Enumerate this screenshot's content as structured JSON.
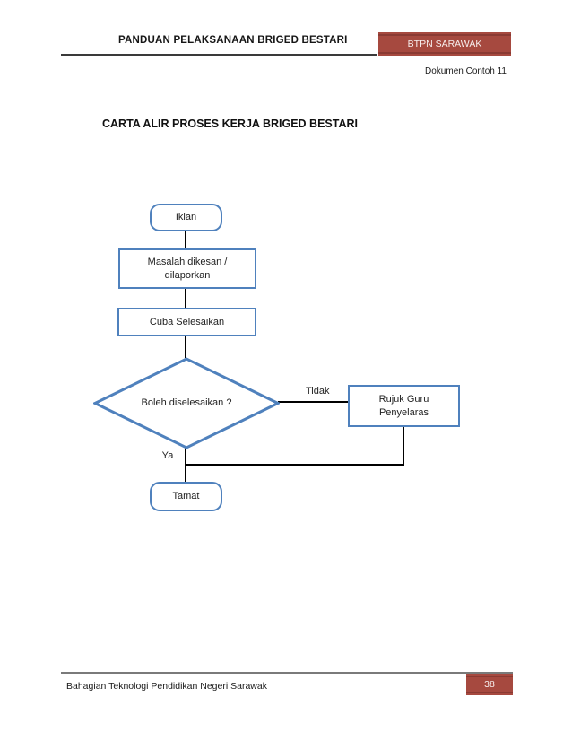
{
  "document": {
    "header": {
      "title": "PANDUAN PELAKSANAAN BRIGED BESTARI",
      "badge": "BTPN SARAWAK",
      "doc_ref": "Dokumen Contoh 11"
    },
    "heading": "CARTA ALIR PROSES KERJA BRIGED BESTARI",
    "footer": {
      "org": "Bahagian Teknologi Pendidikan Negeri Sarawak",
      "page_number": "38"
    }
  },
  "flowchart": {
    "nodes": [
      {
        "id": "iklan",
        "type": "terminator",
        "label": "Iklan"
      },
      {
        "id": "masalah",
        "type": "process",
        "label": "Masalah dikesan / dilaporkan"
      },
      {
        "id": "cuba",
        "type": "process",
        "label": "Cuba Selesaikan"
      },
      {
        "id": "boleh",
        "type": "decision",
        "label": "Boleh diselesaikan ?"
      },
      {
        "id": "rujuk",
        "type": "process",
        "label": "Rujuk Guru Penyelaras"
      },
      {
        "id": "tamat",
        "type": "terminator",
        "label": "Tamat"
      }
    ],
    "edge_labels": {
      "no": "Tidak",
      "yes": "Ya"
    }
  },
  "colors": {
    "shape_border": "#4f81bd",
    "banner_fill": "#a6493f",
    "banner_edge": "#8a3a33",
    "connector": "#000000",
    "header_rule": "#3a3a3a",
    "footer_rule": "#7a7a7a"
  }
}
